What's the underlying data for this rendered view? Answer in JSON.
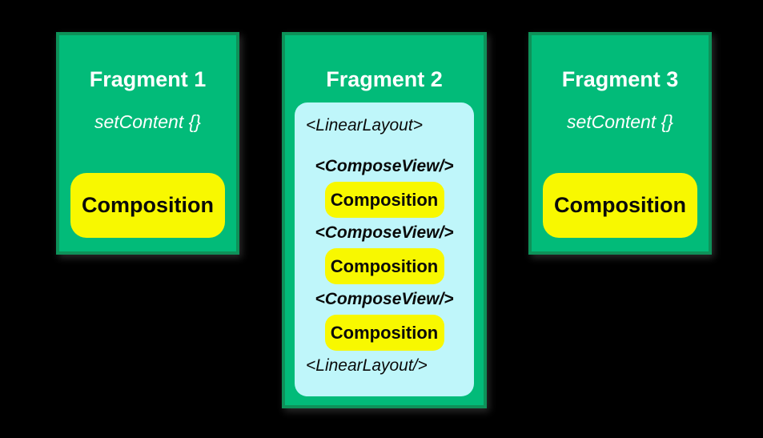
{
  "colors": {
    "background": "#000000",
    "card_fill": "#02BB79",
    "card_border": "#0E9159",
    "cyan_panel": "#BFF6FA",
    "yellow": "#F8F800",
    "title_text": "#FFFFFF",
    "dark_text": "#0A0A0A"
  },
  "fragments": [
    {
      "title": "Fragment 1",
      "subtitle": "setContent {}",
      "composition": "Composition"
    },
    {
      "title": "Fragment 2",
      "xml": {
        "open": "<LinearLayout>",
        "items": [
          {
            "tag": "<ComposeView/>",
            "composition": "Composition"
          },
          {
            "tag": "<ComposeView/>",
            "composition": "Composition"
          },
          {
            "tag": "<ComposeView/>",
            "composition": "Composition"
          }
        ],
        "close": "<LinearLayout/>"
      }
    },
    {
      "title": "Fragment 3",
      "subtitle": "setContent {}",
      "composition": "Composition"
    }
  ]
}
